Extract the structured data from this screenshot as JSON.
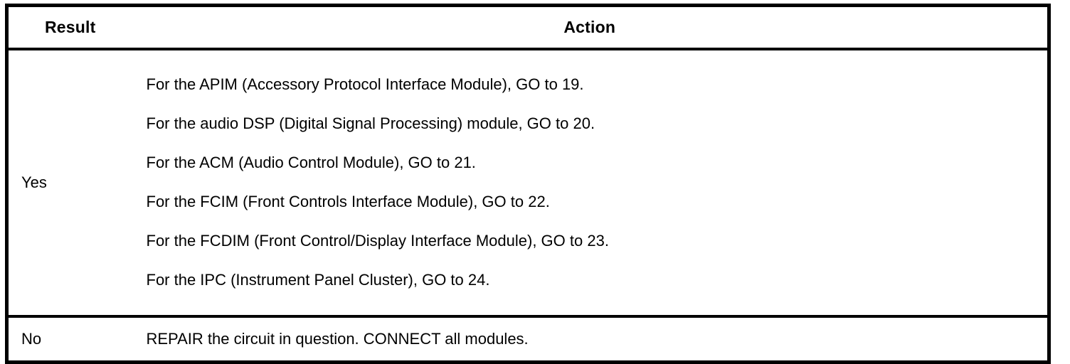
{
  "table": {
    "columns": [
      {
        "key": "result",
        "header": "Result"
      },
      {
        "key": "action",
        "header": "Action"
      }
    ],
    "rows": [
      {
        "result": "Yes",
        "actions": [
          "For the APIM (Accessory Protocol Interface Module), GO to 19.",
          "For the audio DSP (Digital Signal Processing) module, GO to 20.",
          "For the ACM (Audio Control Module), GO to 21.",
          "For the FCIM (Front Controls Interface Module), GO to 22.",
          "For the FCDIM (Front Control/Display Interface Module), GO to 23.",
          "For the IPC (Instrument Panel Cluster), GO to 24."
        ]
      },
      {
        "result": "No",
        "actions": [
          "REPAIR the circuit in question. CONNECT all modules."
        ]
      }
    ]
  },
  "style": {
    "rule_color": "#000000",
    "text_color": "#000000",
    "background": "#ffffff"
  }
}
